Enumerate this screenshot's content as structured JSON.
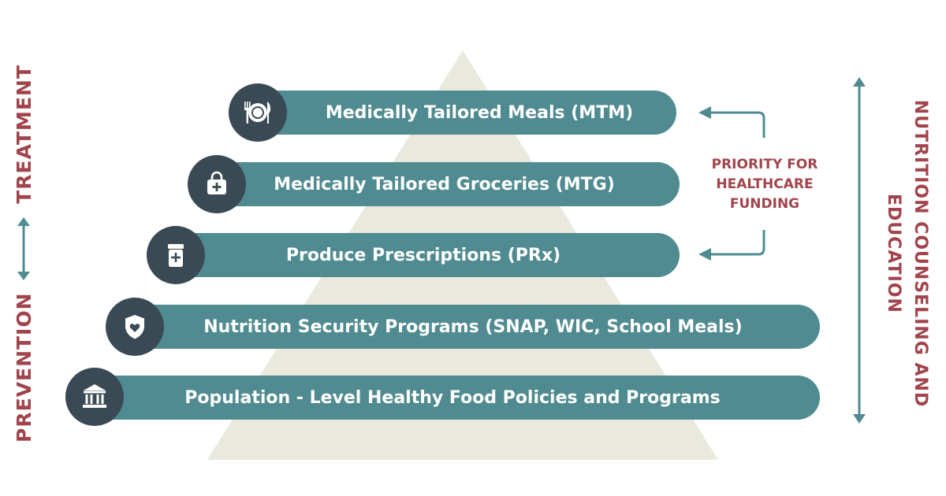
{
  "tiers": [
    {
      "label": "Medically Tailored Meals (MTM)",
      "icon": "plate-cutlery-icon"
    },
    {
      "label": "Medically Tailored Groceries (MTG)",
      "icon": "grocery-bag-plus-icon"
    },
    {
      "label": "Produce Prescriptions (PRx)",
      "icon": "prescription-jar-icon"
    },
    {
      "label": "Nutrition Security Programs (SNAP, WIC, School Meals)",
      "icon": "heart-shield-icon"
    },
    {
      "label": "Population - Level Healthy Food Policies and Programs",
      "icon": "government-building-icon"
    }
  ],
  "left_axis": {
    "top_label": "TREATMENT",
    "bottom_label": "PREVENTION"
  },
  "right_axis": {
    "line1": "NUTRITION COUNSELING AND",
    "line2": "EDUCATION"
  },
  "priority_note": {
    "line1": "PRIORITY FOR",
    "line2": "HEALTHCARE",
    "line3": "FUNDING"
  },
  "colors": {
    "tier_fill": "#4f8b90",
    "badge_fill": "#3a4a55",
    "pyramid_fill": "#e9e9dd",
    "accent_text": "#a1444c",
    "arrow": "#4f8b90"
  }
}
